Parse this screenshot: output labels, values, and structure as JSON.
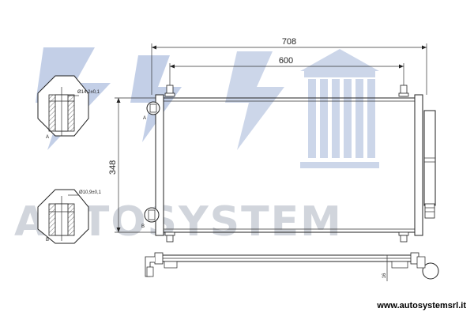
{
  "diagram": {
    "watermark": "AUTOSYSTEM",
    "website": "www.autosystemsrl.it",
    "dimensions": {
      "overall_width": "708",
      "mount_spacing": "600",
      "core_height": "348",
      "depth": "16"
    },
    "details": [
      {
        "diameter": "Ø14,2±0,1",
        "marker": "A"
      },
      {
        "diameter": "Ø10,9±0,1",
        "marker": "B"
      }
    ],
    "port_markers": [
      "A",
      "B"
    ]
  }
}
